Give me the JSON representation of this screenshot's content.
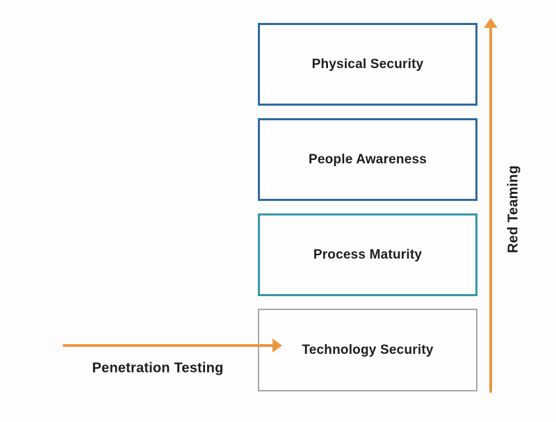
{
  "diagram": {
    "layers": [
      {
        "label": "Physical Security",
        "border_color": "#2f6a9f"
      },
      {
        "label": "People Awareness",
        "border_color": "#2f6a9f"
      },
      {
        "label": "Process Maturity",
        "border_color": "#3a96a8"
      },
      {
        "label": "Technology Security",
        "border_color": "#a9a6a6"
      }
    ],
    "annotations": {
      "penetration_testing": {
        "label": "Penetration Testing",
        "arrow_direction": "right"
      },
      "red_teaming": {
        "label": "Red Teaming",
        "arrow_direction": "up"
      }
    },
    "colors": {
      "arrow": "#ec9641",
      "label_text": "#1d1d1d"
    }
  }
}
